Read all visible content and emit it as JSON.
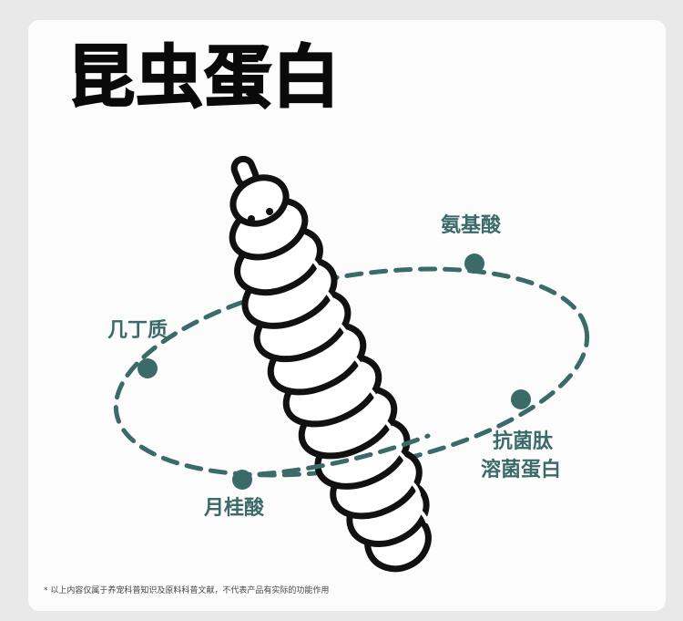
{
  "title": "昆虫蛋白",
  "labels": {
    "chitin": "几丁质",
    "amino_acids": "氨基酸",
    "lauric_acid": "月桂酸",
    "antibacterial_line1": "抗菌肽",
    "antibacterial_line2": "溶菌蛋白"
  },
  "footnote": "* 以上内容仅属于养宠科普知识及原料科普文献，不代表产品有实际的功能作用",
  "colors": {
    "accent": "#3a6b69",
    "ink": "#111111",
    "background": "#e9e9e9",
    "card": "#fdfcfd"
  },
  "icons": [
    "larva-illustration",
    "orbit-dashed-ellipse",
    "orbit-dot"
  ]
}
